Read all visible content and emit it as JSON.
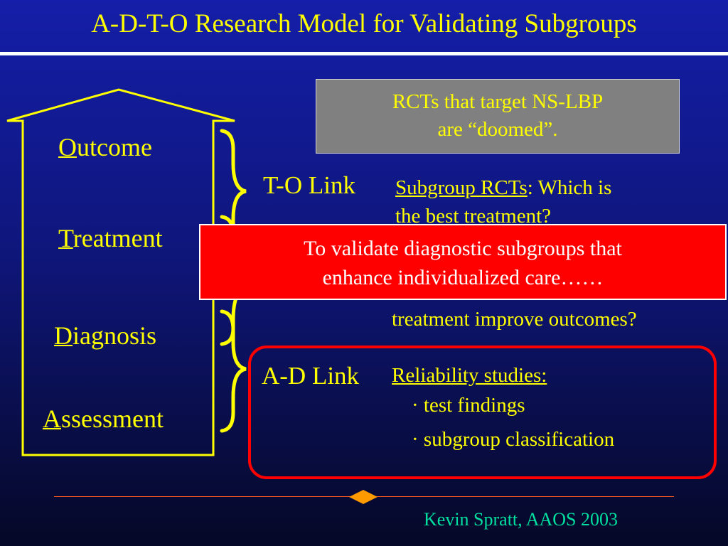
{
  "slide": {
    "title": "A-D-T-O Research Model for Validating Subgroups",
    "layers": {
      "outcome": {
        "initial": "O",
        "rest": "utcome"
      },
      "treatment": {
        "initial": "T",
        "rest": "reatment"
      },
      "diagnosis": {
        "initial": "D",
        "rest": "iagnosis"
      },
      "assessment": {
        "initial": "A",
        "rest": "ssessment"
      }
    },
    "gray_box": {
      "line1": "RCTs that target NS-LBP",
      "line2": "are “doomed”."
    },
    "to_link": "T-O Link",
    "subgroup": {
      "heading": "Subgroup RCTs",
      "colon": ":",
      "line1_rest": " Which is",
      "line2": "the best treatment?"
    },
    "does_line": "treatment improve outcomes?",
    "red_banner": {
      "line1": "To validate diagnostic subgroups that",
      "line2": "enhance individualized care……"
    },
    "ad_link": "A-D Link",
    "reliability": {
      "heading": "Reliability studies:",
      "items": [
        "· test findings",
        "· subgroup classification"
      ]
    },
    "credit": "Kevin Spratt, AAOS 2003",
    "colors": {
      "accent": "#ffff00",
      "banner": "#ff0000",
      "credit": "#00e0a0",
      "rule": "#ff5a1e"
    }
  }
}
